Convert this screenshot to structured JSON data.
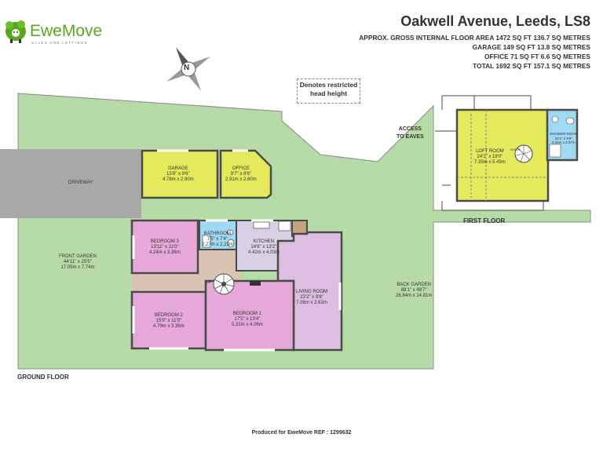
{
  "brand": {
    "name": "EweMove",
    "tagline": "SALES AND LETTINGS"
  },
  "title": "Oakwell Avenue, Leeds, LS8",
  "areas": [
    "APPROX. GROSS INTERNAL FLOOR AREA 1472 SQ FT 136.7 SQ METRES",
    "GARAGE 149 SQ FT 13.8 SQ METRES",
    "OFFICE 71 SQ FT 6.6 SQ METRES",
    "TOTAL 1692 SQ FT 157.1 SQ METRES"
  ],
  "legend": {
    "line1": "Denotes restricted",
    "line2": "head height"
  },
  "compass": {
    "letter": "N"
  },
  "colors": {
    "garden": "#b7dba7",
    "driveway": "#a8a8a8",
    "yellow_rooms": "#e4ea5c",
    "pink_rooms": "#e6a8d8",
    "hall": "#d9c4b4",
    "kitchen": "#d8d0e4",
    "living": "#dcbfe0",
    "bathroom": "#9fd9f4",
    "walls": "#4a4a4a"
  },
  "ground": {
    "label": "GROUND FLOOR",
    "driveway": "DRIVEWAY",
    "front_garden": {
      "name": "FRONT GARDEN",
      "imperial": "44'11\" x 25'5\"",
      "metric": "17.05m  x 7.74m"
    },
    "back_garden": {
      "name": "BACK GARDEN",
      "imperial": "88'1\" x 48'7\"",
      "metric": "26.84m  x 14.81m"
    },
    "garage": {
      "name": "GARAGE",
      "imperial": "15'8\" x 9'6\"",
      "metric": "4.78m  x 2.90m"
    },
    "office": {
      "name": "OFFICE",
      "imperial": "9'7\" x 8'6\"",
      "metric": "2.91m  x 2.60m"
    },
    "bedroom3": {
      "name": "BEDROOM 3",
      "imperial": "13'11\" x 11'0\"",
      "metric": "4.24m  x 3.36m"
    },
    "bathroom": {
      "name": "BATHROOM",
      "imperial": "7'5\" x 7'4\"",
      "metric": "2.27m  x 2.23m"
    },
    "kitchen": {
      "name": "KITCHEN",
      "imperial": "14'6\" x 13'2\"",
      "metric": "4.42m  x 4.03m"
    },
    "living": {
      "name": "LIVING ROOM",
      "imperial": "23'2\" x 8'8\"",
      "metric": "7.06m  x 2.63m"
    },
    "bedroom2": {
      "name": "BEDROOM 2",
      "imperial": "15'9\" x 11'0\"",
      "metric": "4.79m  x 3.36m"
    },
    "bedroom1": {
      "name": "BEDROOM 1",
      "imperial": "17'5\" x 13'4\"",
      "metric": "5.31m  x 4.06m"
    },
    "stairs": "UP"
  },
  "first": {
    "label": "FIRST FLOOR",
    "eaves": {
      "line1": "ACCESS",
      "line2": "TO EAVES"
    },
    "loft": {
      "name": "LOFT ROOM",
      "imperial": "24'1\" x 18'0\"",
      "metric": "7.35m  x 5.49m"
    },
    "shower": {
      "name": "SHOWER ROOM",
      "imperial": "10'1\" x 6'9\"",
      "metric": "3.06m  x 2.07m"
    },
    "stairs": "DOWN"
  },
  "footer": "Produced for EweMove   REF : 1299632"
}
